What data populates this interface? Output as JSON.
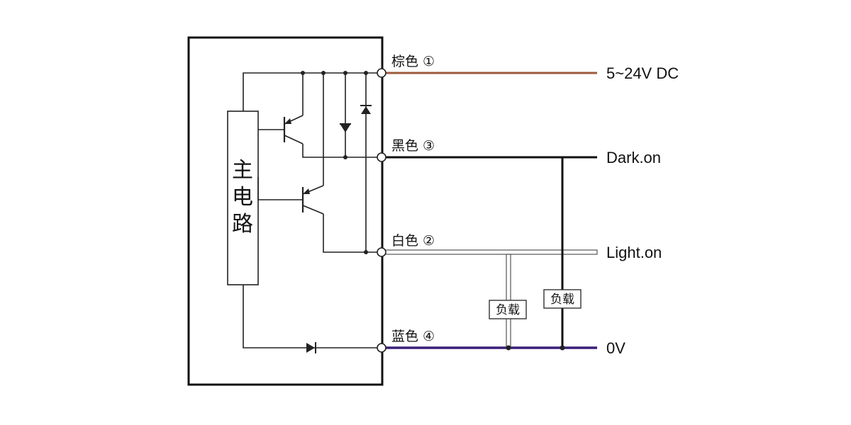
{
  "main_circuit": {
    "label": "主电路"
  },
  "wires": [
    {
      "id": "brown",
      "label": "棕色 ①",
      "signal": "5~24V DC",
      "color": "#9c5a3c"
    },
    {
      "id": "black",
      "label": "黑色 ③",
      "signal": "Dark.on",
      "color": "#111111"
    },
    {
      "id": "white",
      "label": "白色 ②",
      "signal": "Light.on",
      "color": "#ffffff"
    },
    {
      "id": "blue",
      "label": "蓝色 ④",
      "signal": "0V",
      "color": "#3a1f7a"
    }
  ],
  "loads": [
    {
      "label": "负载"
    },
    {
      "label": "负载"
    }
  ]
}
